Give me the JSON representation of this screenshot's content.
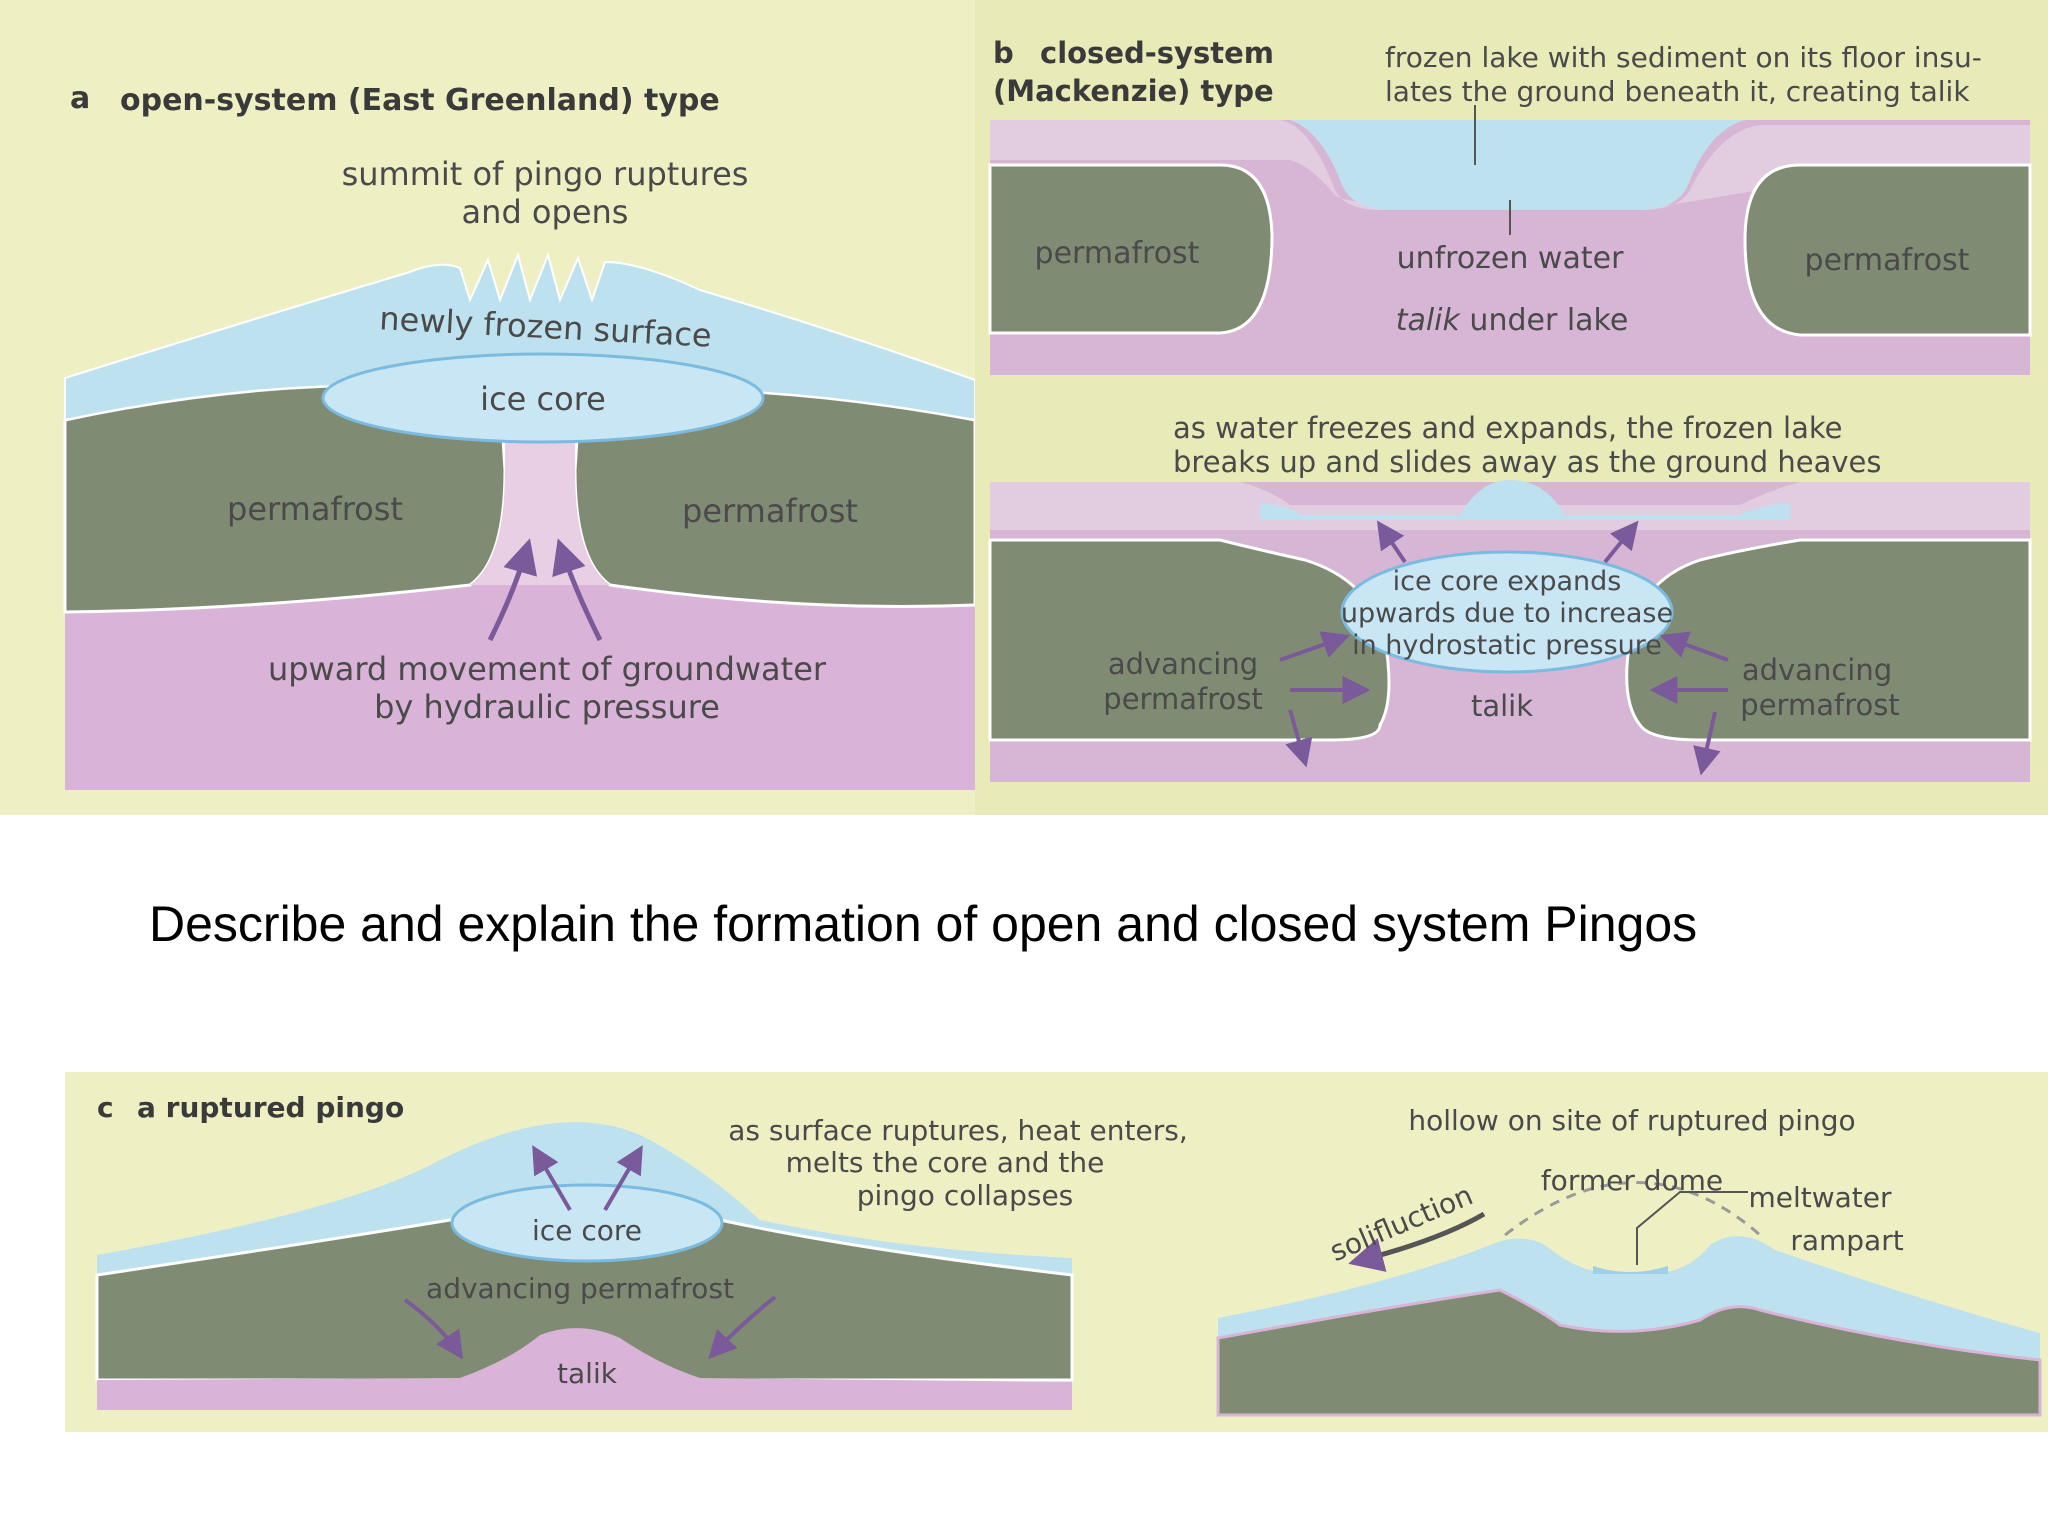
{
  "colors": {
    "background_cream": "#eef0c4",
    "frozen_surface_blue": "#bde1ef",
    "ice_blue": "#c9e6f4",
    "permafrost_green": "#7f8c73",
    "talik_pink": "#d9b4d8",
    "arrow_purple": "#7a5a9a",
    "text_grey": "#4a4a4a"
  },
  "panel_a": {
    "letter": "a",
    "title": "open-system (East Greenland) type",
    "rupture_label": [
      "summit of pingo ruptures",
      "and opens"
    ],
    "surface_label": "newly frozen surface",
    "ice_core_label": "ice core",
    "permafrost_left": "permafrost",
    "permafrost_right": "permafrost",
    "groundwater_label": [
      "upward movement of groundwater",
      "by hydraulic pressure"
    ]
  },
  "panel_b": {
    "letter": "b",
    "title_lines": [
      "closed-system",
      "(Mackenzie) type"
    ],
    "lake_label": [
      "frozen lake with sediment on its floor insu-",
      "lates the ground beneath it, creating talik"
    ],
    "permafrost_left": "permafrost",
    "permafrost_right": "permafrost",
    "unfrozen_water": "unfrozen water",
    "talik_under_lake_italic": "talik",
    "talik_under_lake_rest": " under lake",
    "freeze_label": [
      "as water freezes and expands, the frozen lake",
      "breaks up and slides away as the ground heaves"
    ],
    "ice_core_expands": [
      "ice core expands",
      "upwards due to increase",
      "in hydrostatic pressure"
    ],
    "advancing_left": [
      "advancing",
      "permafrost"
    ],
    "advancing_right": [
      "advancing",
      "permafrost"
    ],
    "talik": "talik"
  },
  "question": "Describe and explain the formation of open and closed system Pingos",
  "panel_c": {
    "letter": "c",
    "title": "a ruptured pingo",
    "rupture_label": [
      "as surface ruptures, heat enters,",
      "melts the core and the",
      "pingo collapses"
    ],
    "ice_core_label": "ice core",
    "advancing_permafrost": "advancing permafrost",
    "talik": "talik",
    "hollow_label": "hollow on site of ruptured pingo",
    "former_dome": "former dome",
    "meltwater": "meltwater",
    "rampart": "rampart",
    "solifluction": "solifluction"
  }
}
